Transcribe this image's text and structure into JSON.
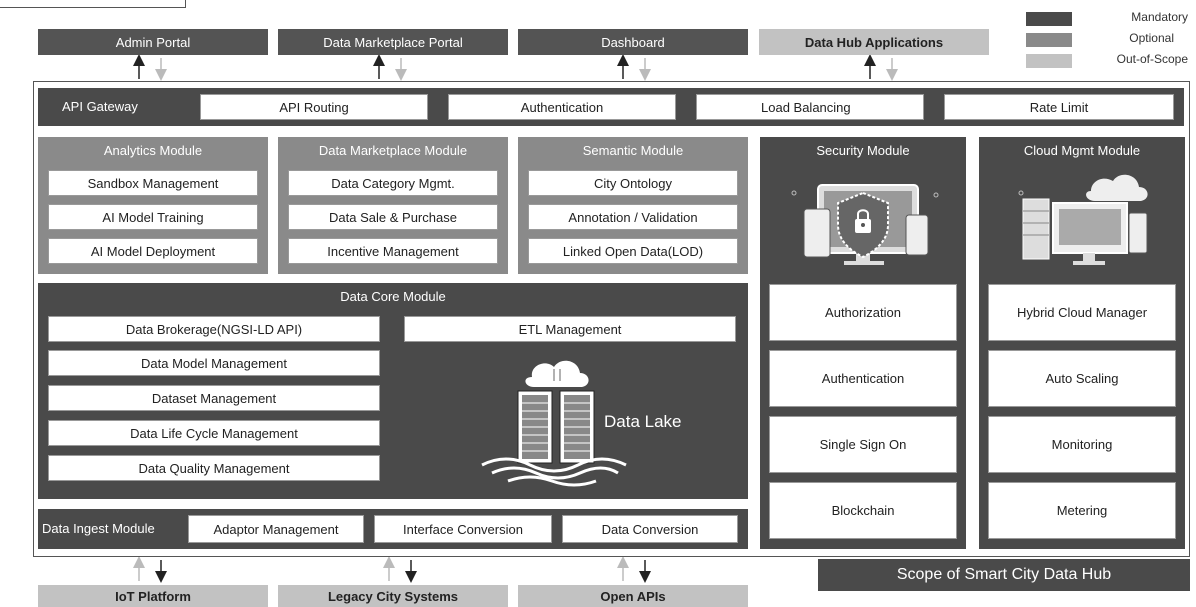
{
  "legend": {
    "items": [
      {
        "label": "Mandatory",
        "color": "#4a4a4a"
      },
      {
        "label": "Optional",
        "color": "#8a8a8a"
      },
      {
        "label": "Out-of-Scope",
        "color": "#c2c2c2"
      }
    ]
  },
  "top_portals": [
    "Admin Portal",
    "Data Marketplace Portal",
    "Dashboard",
    "Data Hub Applications"
  ],
  "api_gateway": {
    "title": "API Gateway",
    "items": [
      "API Routing",
      "Authentication",
      "Load Balancing",
      "Rate Limit"
    ]
  },
  "analytics": {
    "title": "Analytics Module",
    "items": [
      "Sandbox Management",
      "AI Model Training",
      "AI Model Deployment"
    ]
  },
  "marketplace": {
    "title": "Data Marketplace Module",
    "items": [
      "Data Category Mgmt.",
      "Data Sale & Purchase",
      "Incentive Management"
    ]
  },
  "semantic": {
    "title": "Semantic Module",
    "items": [
      "City Ontology",
      "Annotation / Validation",
      "Linked Open Data(LOD)"
    ]
  },
  "security": {
    "title": "Security Module",
    "items": [
      "Authorization",
      "Authentication",
      "Single Sign On",
      "Blockchain"
    ]
  },
  "cloud": {
    "title": "Cloud Mgmt Module",
    "items": [
      "Hybrid Cloud Manager",
      "Auto Scaling",
      "Monitoring",
      "Metering"
    ]
  },
  "data_core": {
    "title": "Data Core Module",
    "items": [
      "Data Brokerage(NGSI-LD API)",
      "Data Model Management",
      "Dataset Management",
      "Data Life Cycle Management",
      "Data Quality Management"
    ],
    "etl": "ETL Management",
    "data_lake": "Data Lake"
  },
  "ingest": {
    "title": "Data Ingest Module",
    "items": [
      "Adaptor Management",
      "Interface Conversion",
      "Data Conversion"
    ]
  },
  "bottom_sources": [
    "IoT Platform",
    "Legacy City Systems",
    "Open APIs"
  ],
  "scope_label": "Scope of Smart City Data Hub"
}
